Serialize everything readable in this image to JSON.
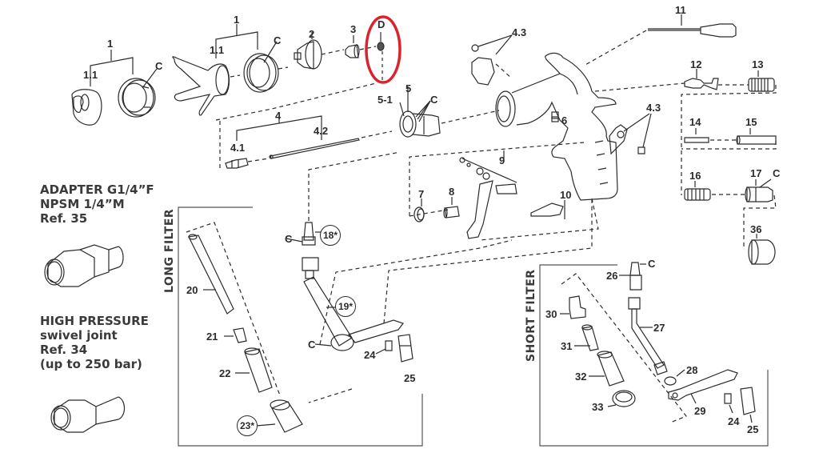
{
  "diagram": {
    "title": "Spray gun exploded parts view",
    "highlight_color": "#d9232d",
    "line_color": "#2b2b2b",
    "highlighted_part": "D",
    "part_labels": {
      "p1_left": "1",
      "p11_left": "1.1",
      "c_left": "C",
      "p1_mid": "1",
      "p11_mid": "1.1",
      "c_mid": "C",
      "p2": "2",
      "p3": "3",
      "pD": "D",
      "p4": "4",
      "p41": "4.1",
      "p42": "4.2",
      "p5": "5",
      "p51": "5-1",
      "c5": "C",
      "p43_top": "4.3",
      "p43_right": "4.3",
      "p6": "6",
      "p7": "7",
      "p8": "8",
      "p9": "9",
      "p10": "10",
      "p11": "11",
      "p12": "12",
      "p13": "13",
      "p14": "14",
      "p15": "15",
      "p16": "16",
      "p17": "17",
      "c17": "C",
      "p36": "36",
      "p18": "18*",
      "c18": "C",
      "p19": "19*",
      "c19": "C",
      "p20": "20",
      "p21": "21",
      "p22": "22",
      "p23": "23*",
      "p24_long": "24",
      "p25_long": "25",
      "p26": "26",
      "c26": "C",
      "p27": "27",
      "p28": "28",
      "p29": "29",
      "p30": "30",
      "p31": "31",
      "p32": "32",
      "p33": "33",
      "p24_short": "24",
      "p25_short": "25"
    },
    "sections": {
      "long_filter": "LONG FILTER",
      "short_filter": "SHORT FILTER"
    },
    "accessories": [
      {
        "title_line1": "ADAPTER G1/4”F",
        "title_line2": "NPSM 1/4”M",
        "ref": "Ref. 35"
      },
      {
        "title_line1": "HIGH PRESSURE",
        "title_line2": "swivel joint",
        "ref": "Ref. 34",
        "note": "(up to 250 bar)"
      }
    ]
  }
}
